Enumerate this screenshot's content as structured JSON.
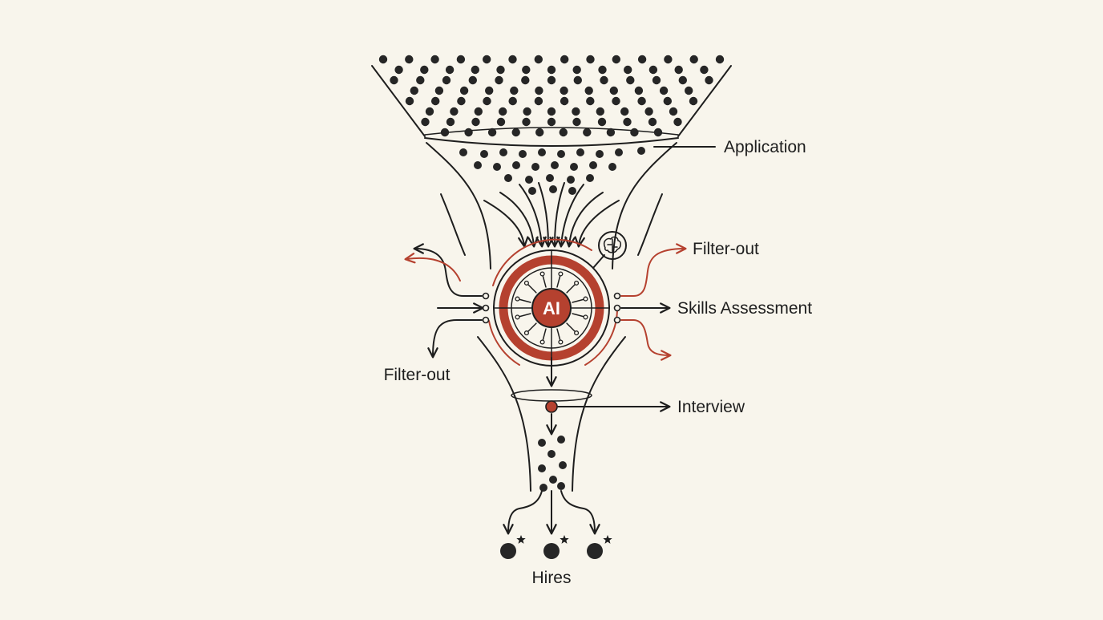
{
  "labels": {
    "application": "Application",
    "filter_out_right": "Filter-out",
    "skills_assessment": "Skills Assessment",
    "filter_out_left": "Filter-out",
    "interview": "Interview",
    "hires": "Hires",
    "ai_core": "AI"
  },
  "icons": {
    "brain": "brain-icon",
    "star": "star-icon"
  },
  "colors": {
    "background": "#f8f5ec",
    "ink": "#1e1e1e",
    "accent": "#b5412f"
  }
}
